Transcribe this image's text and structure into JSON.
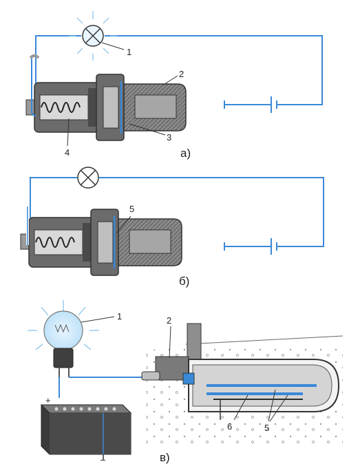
{
  "diagram": {
    "panels": {
      "a": {
        "label": "а)",
        "callouts": [
          "1",
          "2",
          "3",
          "4"
        ]
      },
      "b": {
        "label": "б)",
        "callouts": [
          "5"
        ]
      },
      "c": {
        "label": "в)",
        "callouts": [
          "1",
          "2",
          "6",
          "5"
        ],
        "polarity": [
          "+",
          "–"
        ]
      }
    },
    "colors": {
      "wire": "#3a88d8",
      "sensor_body": "#6b6b6b",
      "sensor_dark": "#3f3f3f",
      "glow": "#7fc1ee",
      "coolant_dots": "#888888"
    }
  }
}
